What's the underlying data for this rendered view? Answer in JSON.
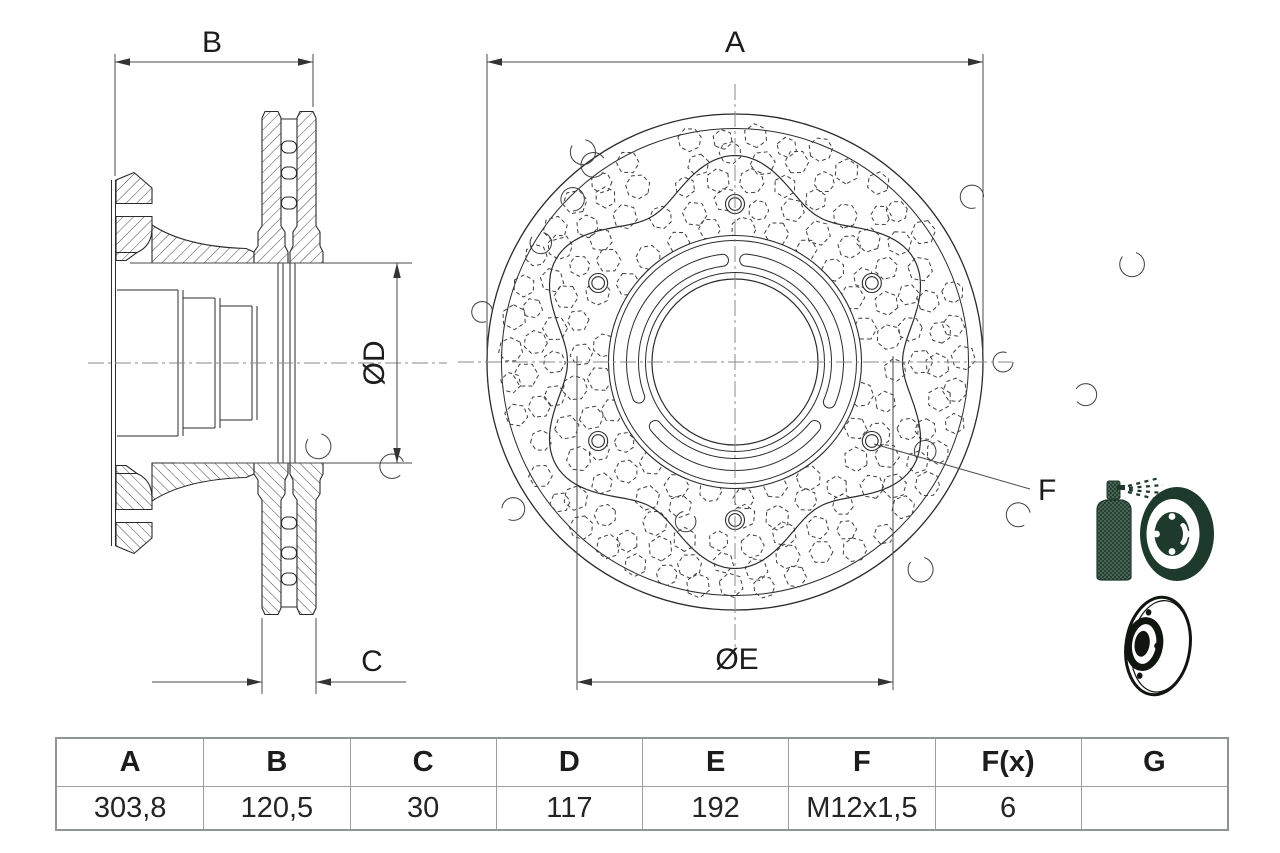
{
  "drawing": {
    "labels": {
      "width_total": "A",
      "height_total": "B",
      "disc_thickness": "C",
      "inner_diameter": "ØD",
      "bolt_circle_diameter": "ØE",
      "thread": "F"
    },
    "table": {
      "headers": [
        "A",
        "B",
        "C",
        "D",
        "E",
        "F",
        "F(x)",
        "G"
      ],
      "values": [
        "303,8",
        "120,5",
        "30",
        "117",
        "192",
        "M12x1,5",
        "6",
        ""
      ]
    },
    "colors": {
      "line": "#2b2b2b",
      "dim_line": "#4a4a4a",
      "centerline": "#8a8a8a",
      "hidden_line": "#3f3f3f",
      "icon_green": "#1e3a2c",
      "icon_black": "#101510",
      "table_border": "#9aa0a0"
    },
    "icons": {
      "coating_icon": "spray-can-coated-disc",
      "disc_icon": "brake-disc-perspective"
    }
  }
}
